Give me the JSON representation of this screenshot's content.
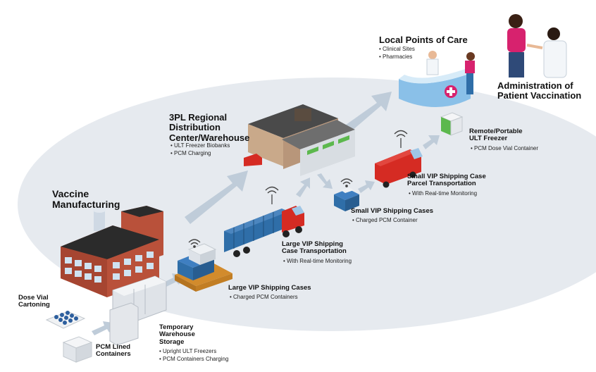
{
  "stages": {
    "vaccine_manufacturing": {
      "title_line1": "Vaccine",
      "title_line2": "Manufacturing"
    },
    "dose_vial_cartoning": {
      "title_line1": "Dose Vial",
      "title_line2": "Cartoning"
    },
    "pcm_lined_containers": {
      "title_line1": "PCM Lined",
      "title_line2": "Containers"
    },
    "temporary_storage": {
      "title_line1": "Temporary",
      "title_line2": "Warehouse",
      "title_line3": "Storage",
      "bullets": [
        "Upright ULT Freezers",
        "PCM Containers Charging"
      ]
    },
    "large_vip_cases": {
      "title": "Large VIP Shipping Cases",
      "bullets": [
        "Charged PCM Containers"
      ]
    },
    "large_vip_transport": {
      "title_line1": "Large VIP Shipping",
      "title_line2": "Case Transportation",
      "bullets": [
        "With Real-time Monitoring"
      ]
    },
    "regional_dc": {
      "title_line1": "3PL Regional",
      "title_line2": "Distribution",
      "title_line3": "Center/Warehouse",
      "bullets": [
        "ULT Freezer Biobanks",
        "PCM Charging"
      ]
    },
    "small_vip_cases": {
      "title": "Small VIP Shipping Cases",
      "bullets": [
        "Charged PCM Container"
      ]
    },
    "small_vip_transport": {
      "title_line1": "Small VIP Shipping Case",
      "title_line2": "Parcel Transportation",
      "bullets": [
        "With Real-time Monitoring"
      ]
    },
    "remote_freezer": {
      "title_line1": "Remote/Portable",
      "title_line2": "ULT Freezer",
      "bullets": [
        "PCM Dose Vial Container"
      ]
    },
    "local_points_of_care": {
      "title": "Local Points of Care",
      "bullets": [
        "Clinical Sites",
        "Pharmacies"
      ]
    },
    "administration": {
      "title_line1": "Administration of",
      "title_line2": "Patient Vaccination"
    }
  },
  "colors": {
    "ground": "#e4e8ee",
    "arrow": "#bac8d6",
    "brick": "#b9513a",
    "roof_dark": "#2b2b2b",
    "warehouse_wall": "#c9a98a",
    "truck_red": "#d52b23",
    "container_blue": "#2f6ea8",
    "pallet": "#d28b2c",
    "cross_pink": "#d7226e",
    "freezer_green": "#5cb84d",
    "counter_blue": "#8ac0e8"
  }
}
